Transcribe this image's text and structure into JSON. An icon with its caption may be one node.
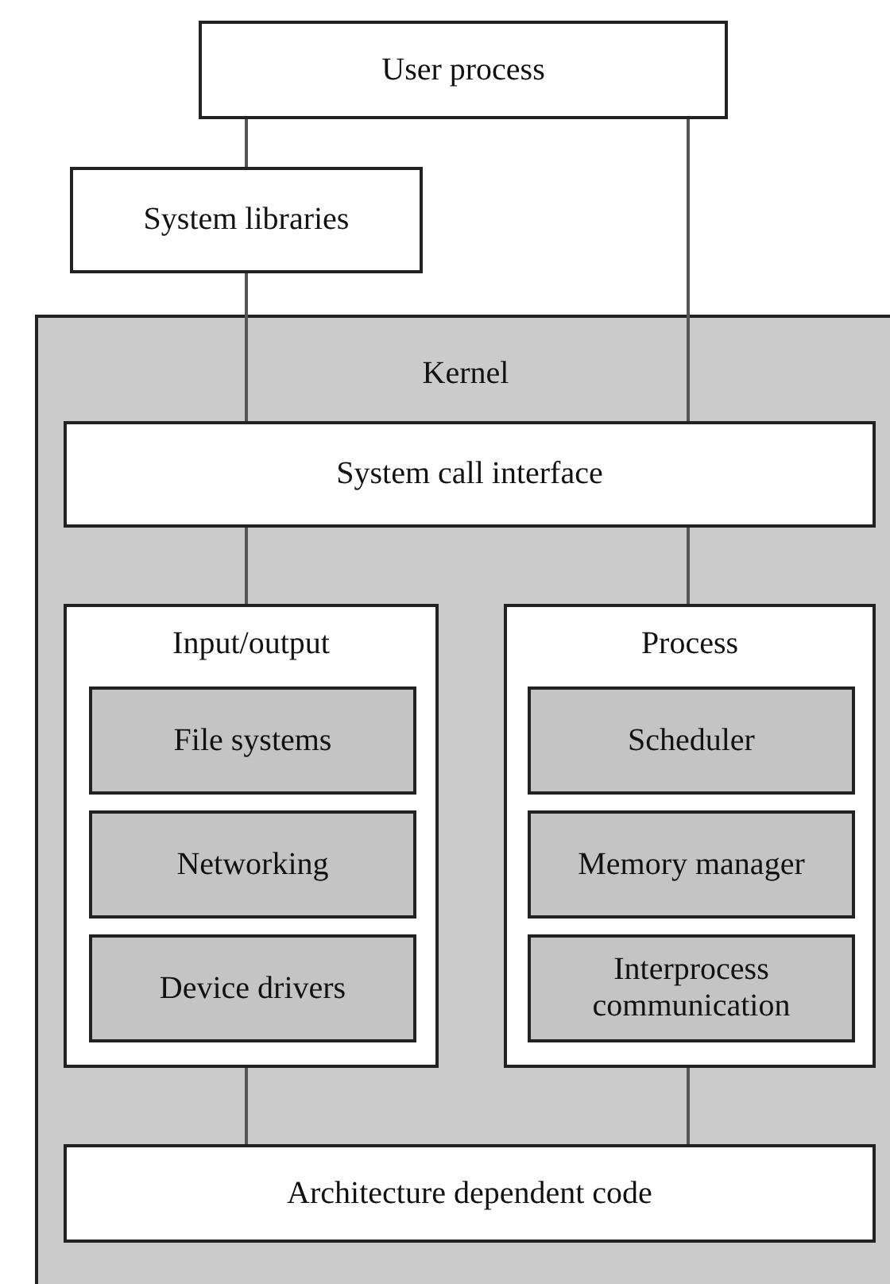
{
  "diagram": {
    "nodes": [
      {
        "text": [
          "User process"
        ]
      },
      {
        "text": [
          "System libraries"
        ]
      },
      {
        "text": [
          "Kernel"
        ]
      },
      {
        "text": [
          "System call interface"
        ],
        "in": 2
      },
      {
        "text": [
          "Input/output"
        ],
        "in": 2
      },
      {
        "text": [
          "File systems"
        ],
        "in": 4
      },
      {
        "text": [
          "Networking"
        ],
        "in": 4
      },
      {
        "text": [
          "Device drivers"
        ],
        "in": 4
      },
      {
        "text": [
          "Process"
        ],
        "in": 2
      },
      {
        "text": [
          "Scheduler"
        ],
        "in": 8
      },
      {
        "text": [
          "Memory manager"
        ],
        "in": 8
      },
      {
        "text": [
          "Interprocess communication"
        ],
        "in": 8
      },
      {
        "text": [
          "Architecture dependent code"
        ],
        "in": 2
      }
    ],
    "edges": [
      {
        "from": 0,
        "to": 1,
        "arrow": "none"
      },
      {
        "from": 1,
        "to": 3,
        "arrow": "none"
      },
      {
        "from": 0,
        "to": 3,
        "arrow": "none"
      },
      {
        "from": 3,
        "to": 4,
        "arrow": "none"
      },
      {
        "from": 3,
        "to": 8,
        "arrow": "none"
      },
      {
        "from": 4,
        "to": 12,
        "arrow": "none"
      },
      {
        "from": 8,
        "to": 12,
        "arrow": "none"
      }
    ]
  }
}
